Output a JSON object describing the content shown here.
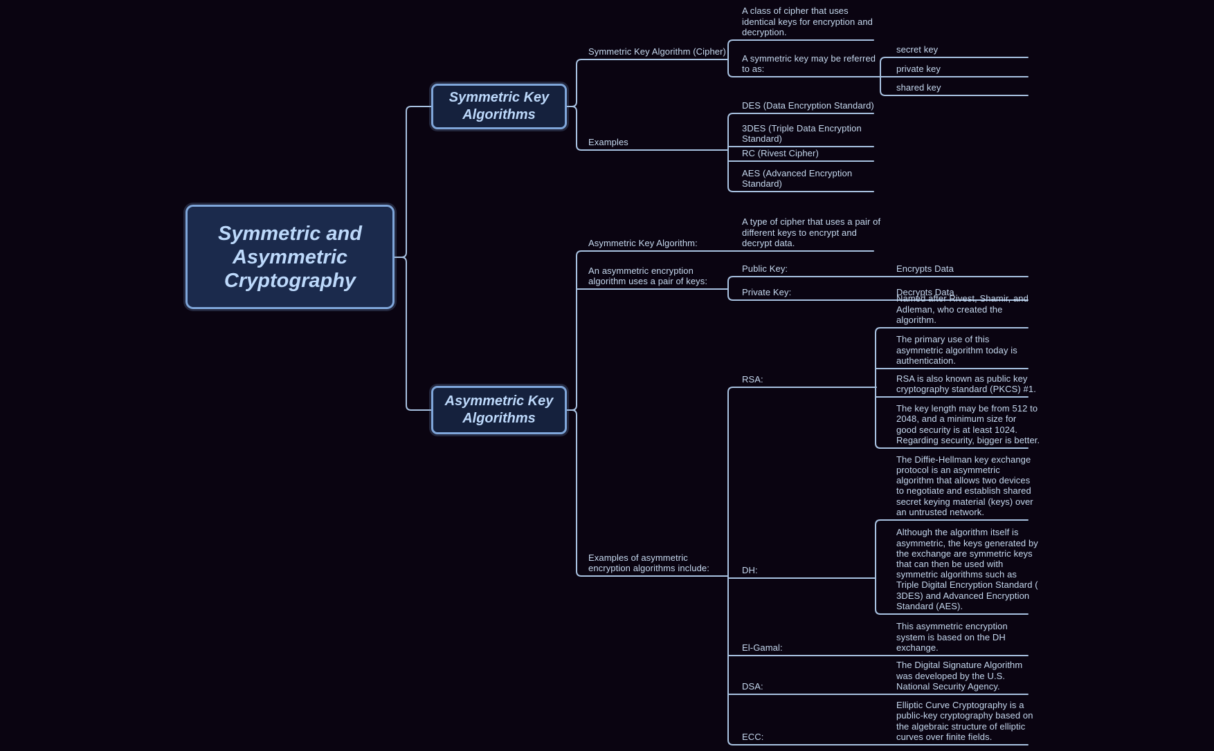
{
  "title": "Symmetric and\nAsymmetric\nCryptography",
  "colors": {
    "background": "#0a0411",
    "connector_line": "#a9c3e2",
    "text": "#c6d9ef",
    "node_fill": "#15213d",
    "node_border": "#7fa6da",
    "node_text": "#bdd9fb"
  },
  "symmetric": {
    "label": "Symmetric Key\nAlgorithms",
    "cipher": {
      "label": "Symmetric Key Algorithm (Cipher)",
      "definition": "A class of cipher that uses\nidentical keys for encryption and\ndecryption.",
      "referred": {
        "label": "A symmetric key may be referred\nto as:",
        "items": [
          "secret key",
          "private key",
          "shared key"
        ]
      }
    },
    "examples": {
      "label": "Examples",
      "items": [
        "DES (Data Encryption Standard)",
        "3DES (Triple Data Encryption\nStandard)",
        "RC (Rivest Cipher)",
        "AES (Advanced Encryption\nStandard)"
      ]
    }
  },
  "asymmetric": {
    "label": "Asymmetric Key\nAlgorithms",
    "definition_label": "Asymmetric Key Algorithm:",
    "definition": "A type of cipher that uses a pair of\ndifferent keys to encrypt and\ndecrypt data.",
    "pair": {
      "label": "An asymmetric encryption\nalgorithm uses a pair of keys:",
      "public_label": "Public Key:",
      "public_value": "Encrypts Data",
      "private_label": "Private Key:",
      "private_value": "Decrypts Data"
    },
    "examples": {
      "label": "Examples of asymmetric\nencryption algorithms include:",
      "rsa": {
        "label": "RSA:",
        "notes": [
          "Named after Rivest, Shamir, and\nAdleman, who created the\nalgorithm.",
          "The primary use of this\nasymmetric algorithm today is\nauthentication.",
          "RSA is also known as public key\ncryptography standard (PKCS) #1.",
          "The key length may be from 512 to\n2048, and a minimum size for\ngood security is at least 1024.\nRegarding security, bigger is better."
        ]
      },
      "dh": {
        "label": "DH:",
        "notes": [
          "The Diffie-Hellman key exchange\nprotocol is an asymmetric\nalgorithm that allows two devices\nto negotiate and establish shared\nsecret keying material (keys) over\nan untrusted network.",
          "Although the algorithm itself is\nasymmetric, the keys generated by\nthe exchange are symmetric keys\nthat can then be used with\nsymmetric algorithms such as\nTriple Digital Encryption Standard (\n3DES) and Advanced Encryption\nStandard (AES)."
        ]
      },
      "elgamal": {
        "label": "El-Gamal:",
        "note": "This asymmetric encryption\nsystem is based on the DH\nexchange."
      },
      "dsa": {
        "label": "DSA:",
        "note": "The Digital Signature Algorithm\nwas developed by the U.S.\nNational Security Agency."
      },
      "ecc": {
        "label": "ECC:",
        "note": "Elliptic Curve Cryptography is a\npublic-key cryptography based on\nthe algebraic structure of elliptic\ncurves over finite fields."
      }
    }
  }
}
